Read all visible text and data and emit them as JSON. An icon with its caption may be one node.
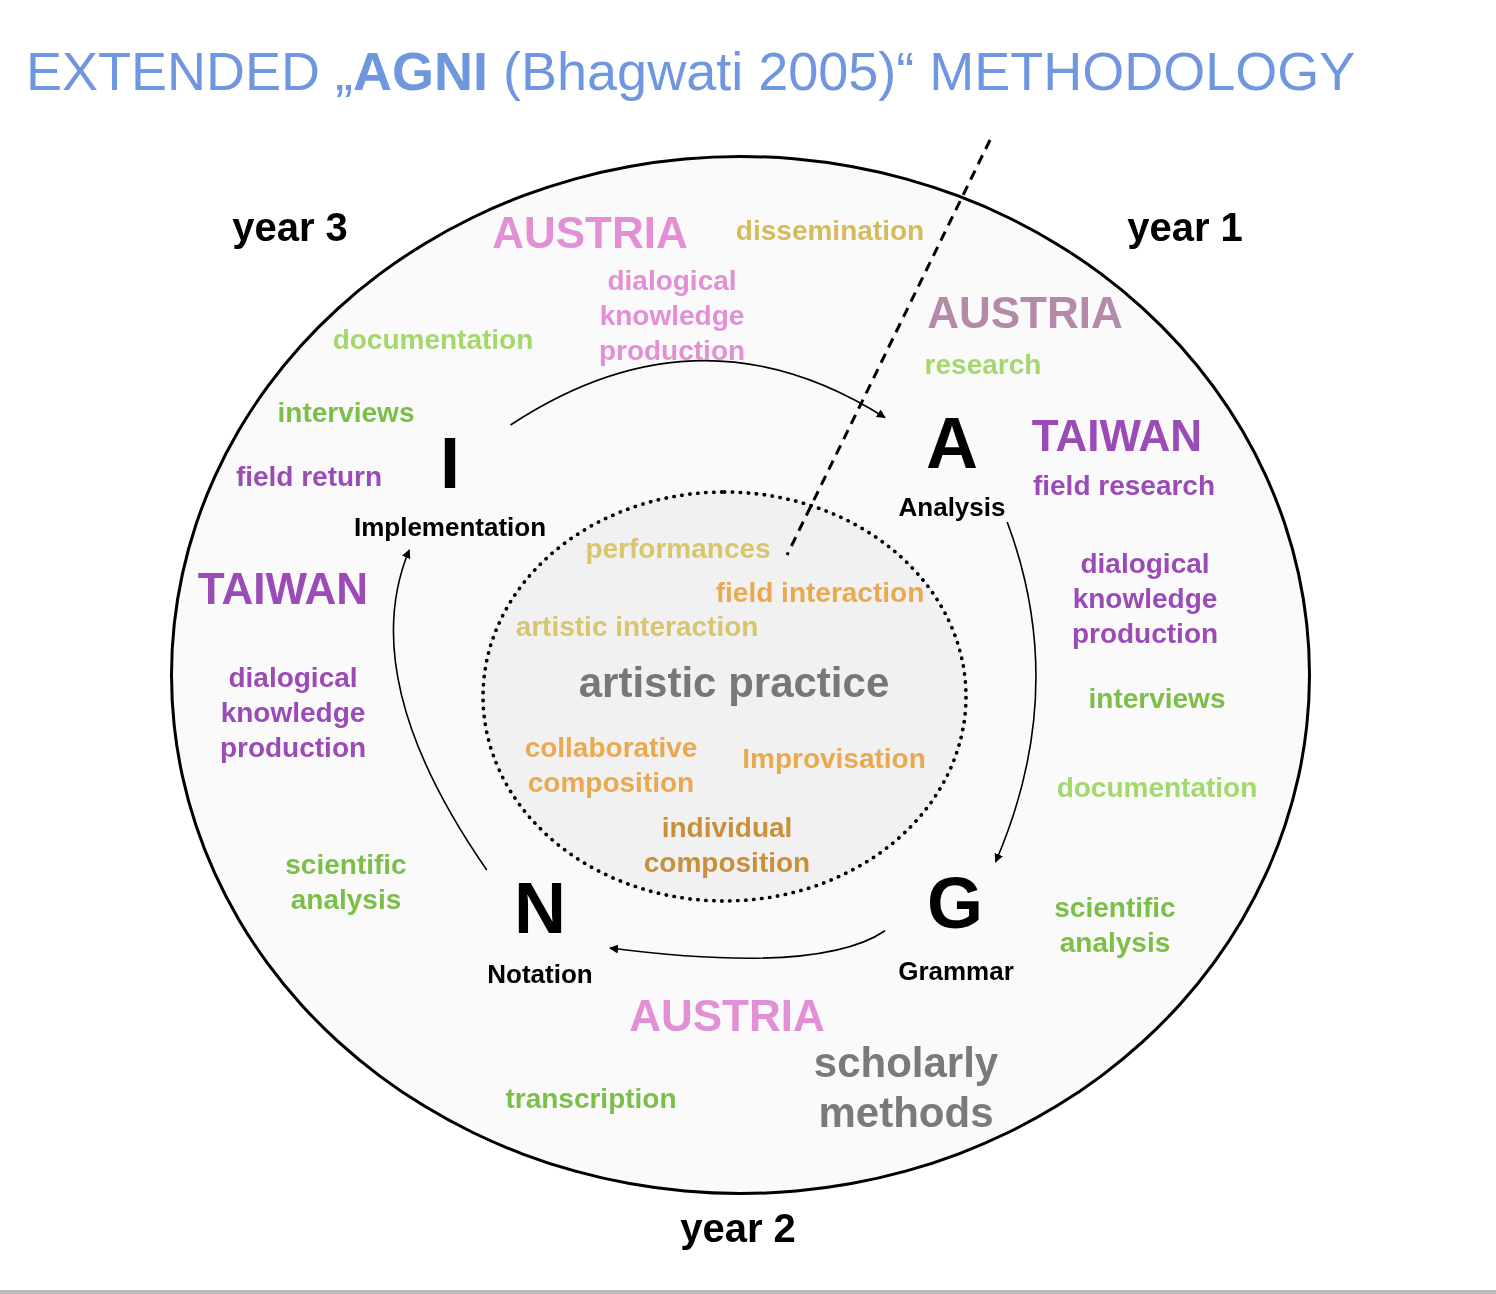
{
  "diagram": {
    "title": "EXTENDED „**AGNI** (Bhagwati 2005)“ METHODOLOGY",
    "nodes": [
      {
        "text": [
          "scholarly methods"
        ]
      },
      {
        "text": [
          "artistic practice"
        ],
        "in": 0
      },
      {
        "text": [
          "I",
          "Implementation"
        ],
        "in": 0
      },
      {
        "text": [
          "A",
          "Analysis"
        ],
        "in": 0
      },
      {
        "text": [
          "G",
          "Grammar"
        ],
        "in": 0
      },
      {
        "text": [
          "N",
          "Notation"
        ],
        "in": 0
      }
    ],
    "edges": [
      {
        "from": 2,
        "to": 3,
        "arrow": "to"
      },
      {
        "from": 3,
        "to": 4,
        "arrow": "to"
      },
      {
        "from": 4,
        "to": 5,
        "arrow": "to"
      },
      {
        "from": 5,
        "to": 2,
        "arrow": "to"
      }
    ],
    "labels": [
      "year 3",
      "AUSTRIA",
      "dissemination",
      "year 1",
      "dialogical knowledge production",
      "documentation",
      "AUSTRIA",
      "research",
      "interviews",
      "TAIWAN",
      "field return",
      "field research",
      "performances",
      "TAIWAN",
      "field interaction",
      "dialogical knowledge production",
      "artistic interaction",
      "dialogical knowledge production",
      "interviews",
      "collaborative composition",
      "Improvisation",
      "documentation",
      "individual composition",
      "scientific analysis",
      "scientific analysis",
      "AUSTRIA",
      "transcription",
      "year 2"
    ]
  }
}
